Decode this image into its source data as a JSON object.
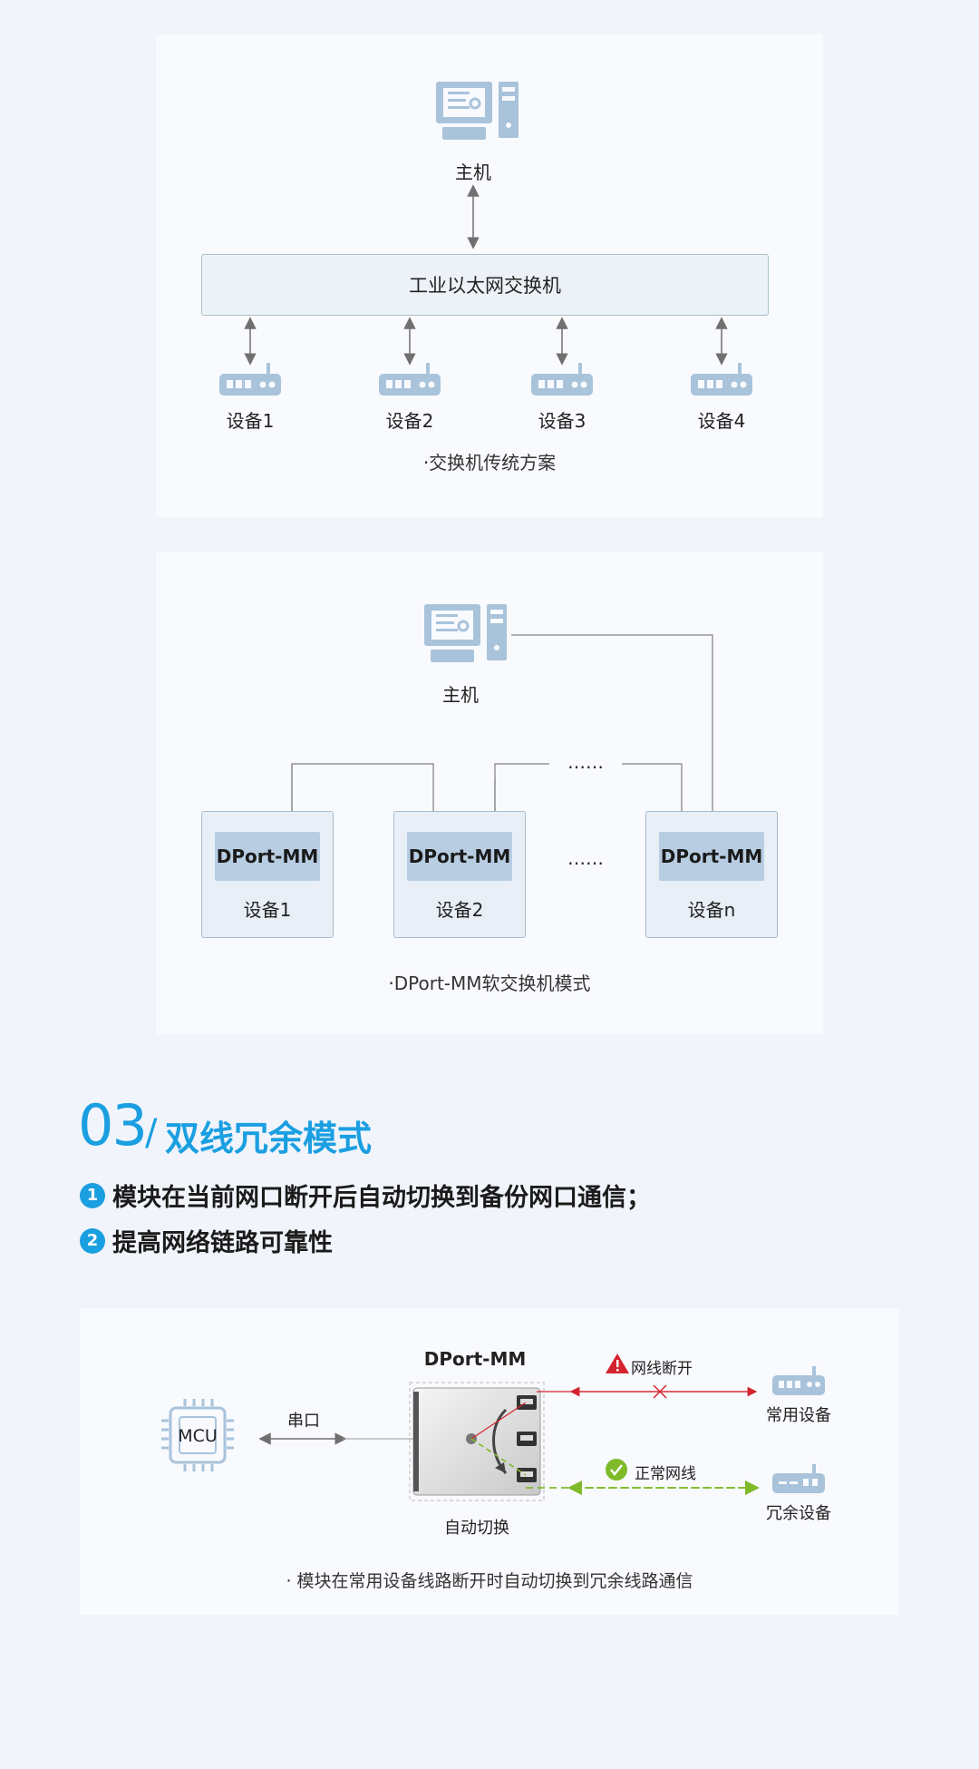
{
  "diagram1": {
    "host_label": "主机",
    "switch_label": "工业以太网交换机",
    "devices": [
      "设备1",
      "设备2",
      "设备3",
      "设备4"
    ],
    "caption": "·交换机传统方案"
  },
  "diagram2": {
    "host_label": "主机",
    "dots_top": "……",
    "dots_mid": "……",
    "chip_label": "DPort-MM",
    "devices": [
      "设备1",
      "设备2",
      "设备n"
    ],
    "caption": "·DPort-MM软交换机模式"
  },
  "section": {
    "number": "03",
    "slash": "/",
    "title": "双线冗余模式",
    "points": [
      {
        "badge": "1",
        "text": "模块在当前网口断开后自动切换到备份网口通信；"
      },
      {
        "badge": "2",
        "text": "提高网络链路可靠性"
      }
    ]
  },
  "diagram3": {
    "mcu_label": "MCU",
    "serial_label": "串口",
    "module_label": "DPort-MM",
    "auto_switch_label": "自动切换",
    "broken_label": "网线断开",
    "normal_label": "正常网线",
    "common_device": "常用设备",
    "redundant_device": "冗余设备",
    "caption": "· 模块在常用设备线路断开时自动切换到冗余线路通信",
    "colors": {
      "broken": "#d4242f",
      "normal": "#7fba2a",
      "accent": "#1a9fe1",
      "icon": "#a9c3db"
    }
  }
}
